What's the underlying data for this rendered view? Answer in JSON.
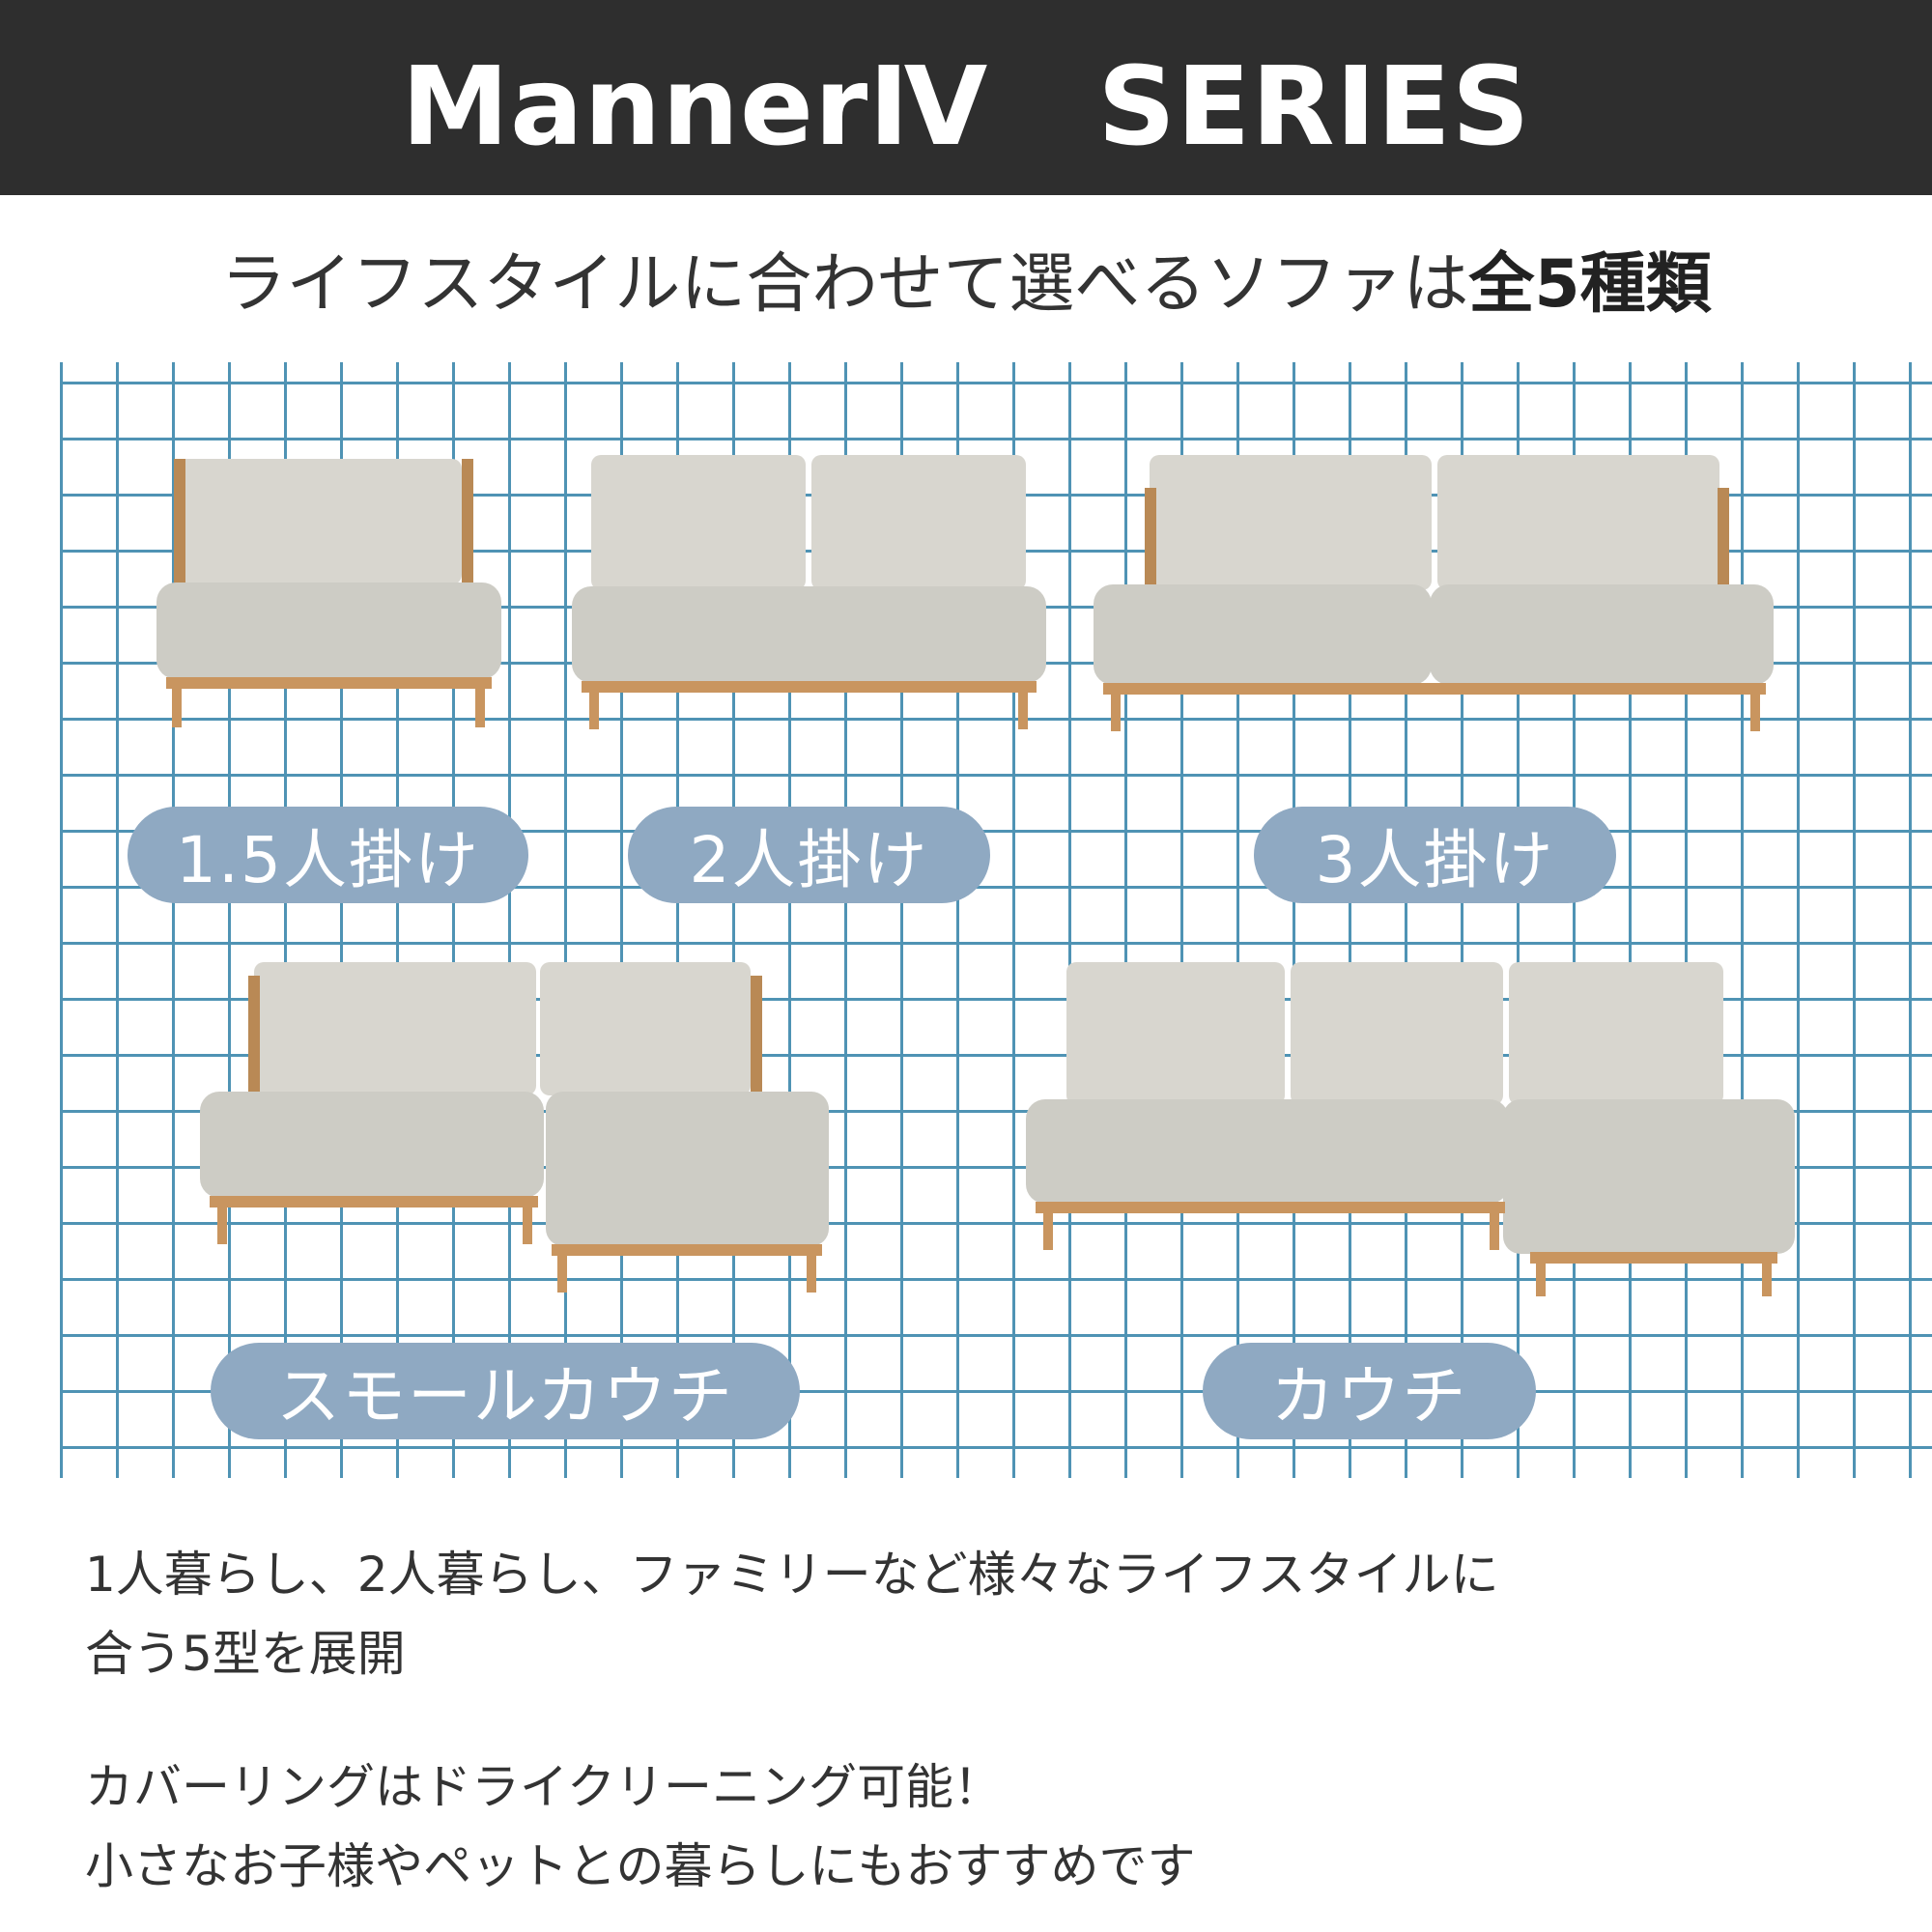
{
  "header": {
    "title": "MannerⅣ　SERIES"
  },
  "subtitle": {
    "lead": "ライフスタイルに合わせて選べるソファは",
    "emphasis": "全5種類"
  },
  "labels": {
    "one_half": "1.5人掛け",
    "two": "2人掛け",
    "three": "3人掛け",
    "small_couch": "スモールカウチ",
    "couch": "カウチ"
  },
  "description": {
    "line1": "1人暮らし、2人暮らし、ファミリーなど様々なライフスタイルに",
    "line2": "合う5型を展開",
    "line3": "カバーリングはドライクリーニング可能！",
    "line4": "小さなお子様やペットとの暮らしにもおすすめです"
  },
  "colors": {
    "header_bg": "#2e2e2e",
    "grid_line": "#4f93b4",
    "pill_bg": "#8fa9c2",
    "fabric": "#cdccc5",
    "wood": "#c9955f"
  }
}
